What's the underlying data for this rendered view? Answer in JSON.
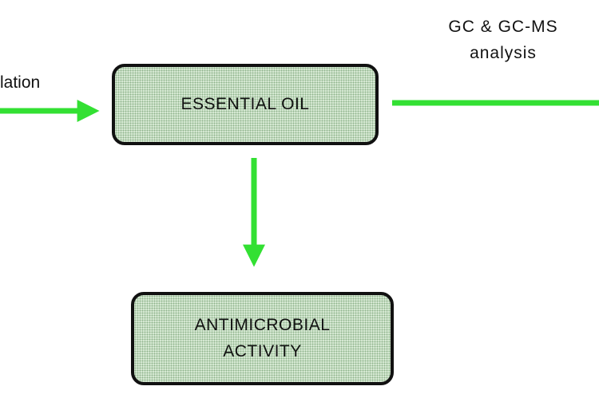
{
  "left_label": "lation",
  "right_label": {
    "line1": "GC & GC-MS",
    "line2": "analysis"
  },
  "nodes": {
    "essential_oil": "ESSENTIAL OIL",
    "antimicrobial": {
      "line1": "ANTIMICROBIAL",
      "line2": "ACTIVITY"
    }
  },
  "colors": {
    "arrow": "#33e033",
    "box_border": "#111111",
    "box_fill": "#d9ebd6"
  }
}
